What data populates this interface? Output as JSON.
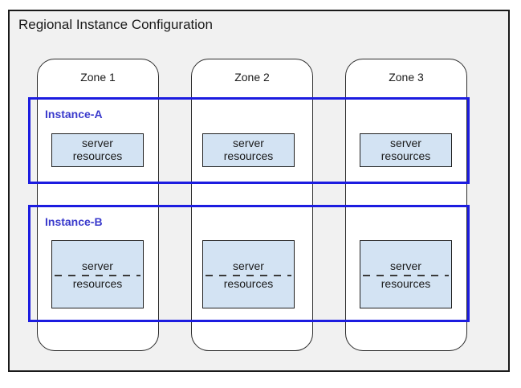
{
  "title": "Regional Instance Configuration",
  "zones": [
    {
      "label": "Zone 1"
    },
    {
      "label": "Zone 2"
    },
    {
      "label": "Zone 3"
    }
  ],
  "instances": [
    {
      "label": "Instance-A"
    },
    {
      "label": "Instance-B"
    }
  ],
  "server_box": {
    "line1": "server",
    "line2": "resources"
  },
  "colors": {
    "region_background": "#f1f1f1",
    "region_border": "#1a1a1a",
    "zone_background": "#ffffff",
    "instance_border": "#1c1ce0",
    "instance_label": "#3a3acc",
    "server_box_fill": "#d3e3f3"
  }
}
